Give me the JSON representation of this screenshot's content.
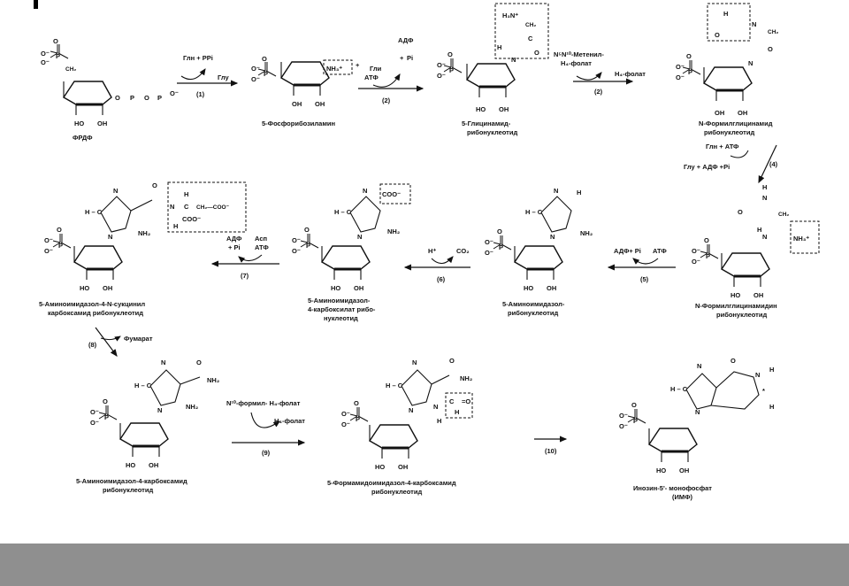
{
  "names": {
    "frdf": "ФРДФ",
    "prib_amin": "5-Фосфорибозиламин",
    "gly_amid": "5-Глицинамид-",
    "gly_amid_2": "рибонуклеотид",
    "formylgly": "N-Формилглицинамид",
    "formylgly_2": "рибонуклеотид",
    "formylglyamidin": "N-Формилглицинамидин",
    "formylglyamidin_2": "рибонуклеотид",
    "aminoimid": "5-Аминоимидазол-",
    "aminoimid_2": "рибонуклеотид",
    "carboxylat": "5-Аминоимидазол-",
    "carboxylat_2": "4-карбоксилат рибо-",
    "carboxylat_3": "нуклеотид",
    "succinyl": "5-Аминоимидазол-4-N-сукцинил",
    "succinyl_2": "карбоксамид рибонуклеотид",
    "carboxamid": "5-Аминоимидазол-4-карбоксамид",
    "carboxamid_2": "рибонуклеотид",
    "formamido": "5-Формамидоимидазол-4-карбоксамид",
    "formamido_2": "рибонуклеотид",
    "imp": "Инозин-5'- монофосфат",
    "imp_2": "(ИМФ)"
  },
  "steps": {
    "s1_in": "Глн + PPi",
    "s1_out": "Глу",
    "s1_num": "(1)",
    "s2_in1": "Гли",
    "s2_in2": "АТФ",
    "s2_out1": "АДФ",
    "s2_out2": "Pi",
    "s2_num": "(2)",
    "s3_in1": "N⁵N¹⁰-Метенил-",
    "s3_in2": "H₄-фолат",
    "s3_out": "H₄-фолат",
    "s3_num": "(2)",
    "s4_in": "Глн + АТФ",
    "s4_out": "Глу + АДФ +Pi",
    "s4_num": "(4)",
    "s5_in": "АДФ+ Pi",
    "s5_atp": "АТФ",
    "s5_num": "(5)",
    "s6_in": "H⁺",
    "s6_out": "CO₂",
    "s6_num": "(6)",
    "s7_in1": "АДФ",
    "s7_in2": "+ Pi",
    "s7_asp": "Асп",
    "s7_atp": "АТФ",
    "s7_num": "(7)",
    "s8_out": "Фумарат",
    "s8_num": "(8)",
    "s9_in": "N¹⁰-формил- H₄-фолат",
    "s9_out": "H₄-фолат",
    "s9_num": "(9)",
    "s10_num": "(10)"
  },
  "atoms": {
    "o": "O",
    "p": "P",
    "nh2": "NH₂",
    "nh3": "NH₃⁺",
    "oh": "OH",
    "ho": "HO",
    "h": "H",
    "n": "N",
    "hc": "H – C",
    "coo": "COO⁻",
    "ch2": "CH₂",
    "ch2coo": "CH₂—COO⁻",
    "c": "C",
    "h3n": "H₃N⁺",
    "om": "O⁻",
    "star": "*"
  }
}
